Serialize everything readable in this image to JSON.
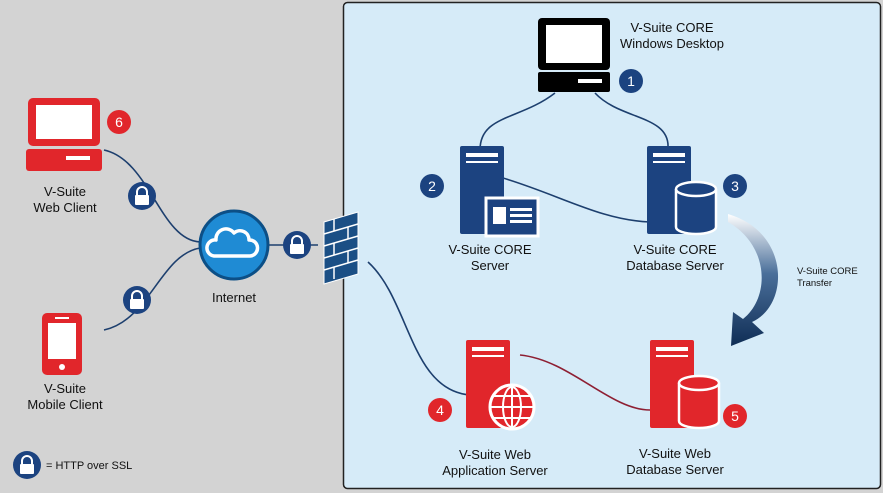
{
  "labels": {
    "desktop": "V-Suite CORE\nWindows Desktop",
    "core_server": "V-Suite CORE\nServer",
    "core_db": "V-Suite CORE\nDatabase Server",
    "transfer": "V-Suite CORE\nTransfer",
    "web_app": "V-Suite Web\nApplication Server",
    "web_db": "V-Suite Web\nDatabase Server",
    "web_client": "V-Suite\nWeb Client",
    "mobile_client": "V-Suite\nMobile Client",
    "internet": "Internet",
    "legend": "= HTTP over SSL"
  },
  "badges": {
    "desktop": "1",
    "core_server": "2",
    "core_db": "3",
    "web_app": "4",
    "web_db": "5",
    "web_client": "6"
  },
  "colors": {
    "navy": "#1c4380",
    "red": "#e1262b",
    "panel": "#d6ebf8",
    "background": "#d3d3d3",
    "cloud": "#1f8bd4",
    "line_blue": "#1d3f6e",
    "line_red": "#8e1f33"
  },
  "icons": {
    "desktop": "desktop-computer-icon",
    "core_server": "server-tower-icon",
    "core_db": "database-server-icon",
    "web_app": "web-server-globe-icon",
    "web_db": "database-server-icon",
    "web_client": "laptop-icon",
    "mobile_client": "mobile-phone-icon",
    "internet": "cloud-icon",
    "firewall": "firewall-icon",
    "lock": "lock-icon"
  }
}
